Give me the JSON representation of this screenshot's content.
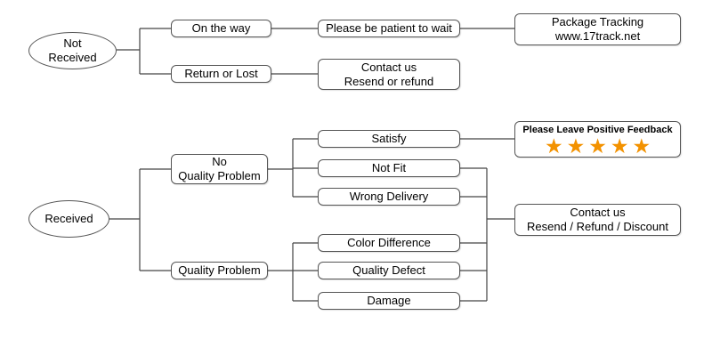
{
  "colors": {
    "line": "#444444",
    "border": "#555555",
    "star": "#f39200"
  },
  "not_received": {
    "root": {
      "line1": "Not",
      "line2": "Received"
    },
    "on_the_way": "On the way",
    "be_patient": "Please be patient to wait",
    "tracking": {
      "line1": "Package Tracking",
      "line2": "www.17track.net"
    },
    "return_or_lost": "Return or Lost",
    "contact": {
      "line1": "Contact us",
      "line2": "Resend or refund"
    }
  },
  "received": {
    "root": "Received",
    "no_quality_problem": {
      "line1": "No",
      "line2": "Quality Problem"
    },
    "quality_problem": "Quality Problem",
    "satisfy": "Satisfy",
    "not_fit": "Not Fit",
    "wrong_delivery": "Wrong Delivery",
    "color_difference": "Color Difference",
    "quality_defect": "Quality Defect",
    "damage": "Damage",
    "feedback": {
      "title": "Please Leave Positive Feedback",
      "star_icon": "star-icon",
      "star_glyph": "★"
    },
    "contact": {
      "line1": "Contact us",
      "line2": "Resend / Refund / Discount"
    }
  }
}
